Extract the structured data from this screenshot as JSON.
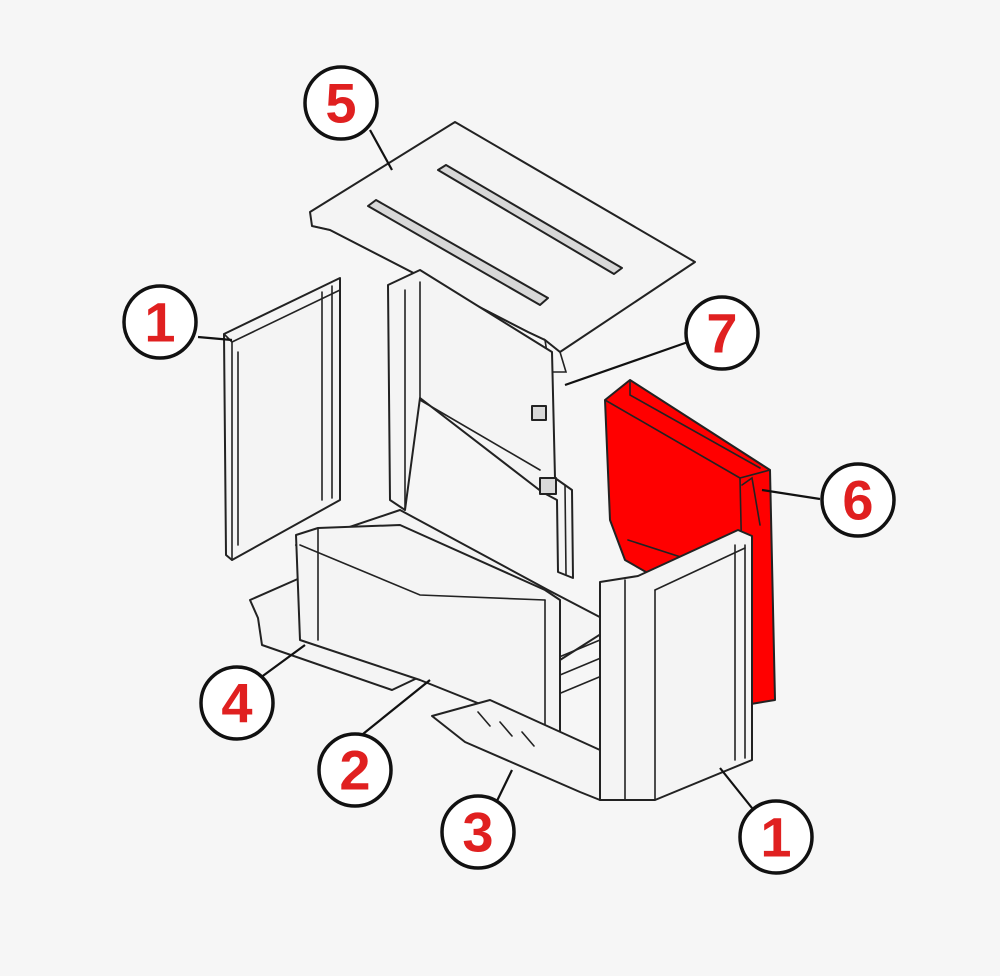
{
  "colors": {
    "highlight": "#ff0000",
    "callout_text": "#e02020",
    "outline": "#222222",
    "background": "#f6f6f6"
  },
  "callouts": [
    {
      "id": "5",
      "label": "5"
    },
    {
      "id": "1a",
      "label": "1"
    },
    {
      "id": "7",
      "label": "7"
    },
    {
      "id": "6",
      "label": "6"
    },
    {
      "id": "4",
      "label": "4"
    },
    {
      "id": "2",
      "label": "2"
    },
    {
      "id": "3",
      "label": "3"
    },
    {
      "id": "1b",
      "label": "1"
    }
  ],
  "parts": [
    {
      "id": "left-side-panel",
      "callout": "1"
    },
    {
      "id": "front-rail",
      "callout": "2"
    },
    {
      "id": "right-base-plate",
      "callout": "3"
    },
    {
      "id": "left-base-plate",
      "callout": "4"
    },
    {
      "id": "top-baffle-plate",
      "callout": "5"
    },
    {
      "id": "rear-panel",
      "callout": "6",
      "highlighted": true
    },
    {
      "id": "back-wall-panel",
      "callout": "7"
    },
    {
      "id": "right-side-panel",
      "callout": "1"
    }
  ]
}
